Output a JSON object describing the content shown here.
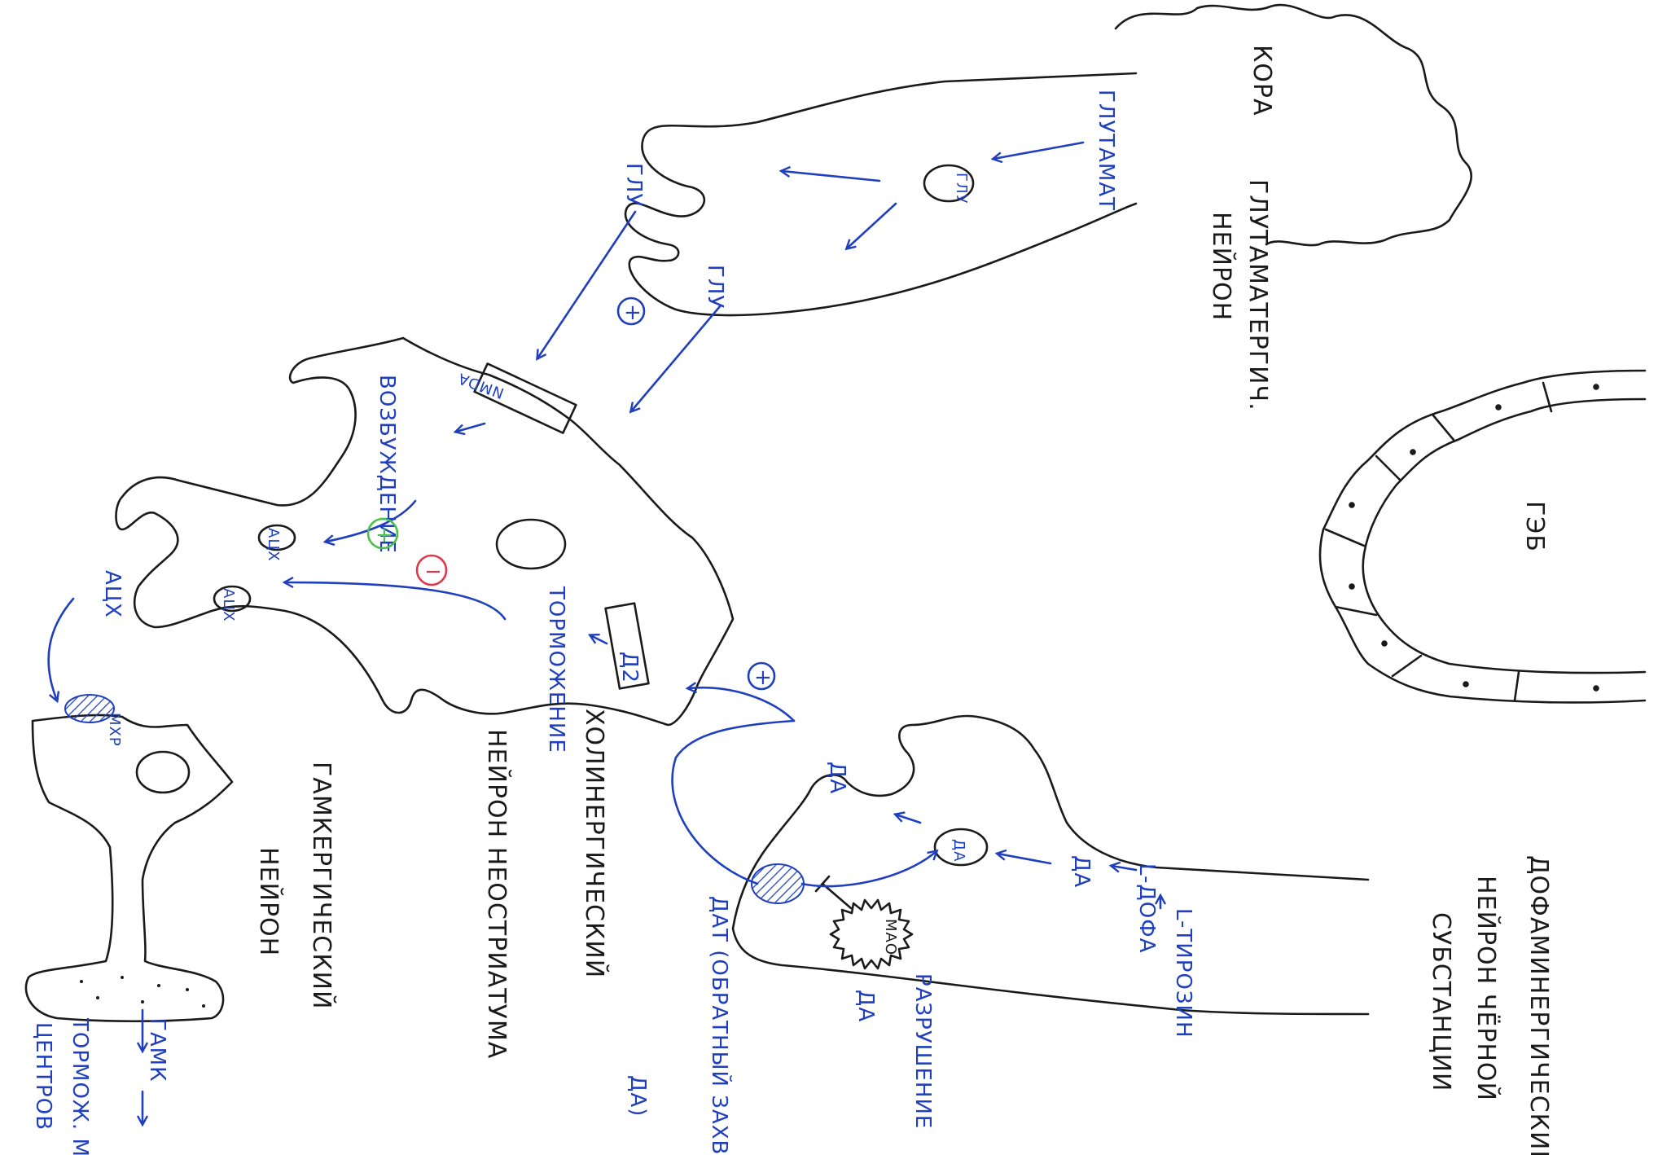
{
  "colors": {
    "ink": "#1a1a1a",
    "blue": "#1f3fbf",
    "green": "#4cbf4c",
    "red": "#e0384a"
  },
  "labels": {
    "cortex": "КОРА",
    "glutamate": "ГЛУТАМАТ",
    "glu": "ГЛУ",
    "glutamatergic_neuron_1": "ГЛУТАМАТЕРГИЧ.",
    "glutamatergic_neuron_2": "НЕЙРОН",
    "bbb": "ГЭБ",
    "excitation": "ВОЗБУЖДЕНИЕ",
    "nmda": "NMDA",
    "ach": "АЦХ",
    "inhibition": "ТОРМОЖЕНИЕ",
    "d2": "Д2",
    "cholinergic_1": "ХОЛИНЕРГИЧЕСКИЙ",
    "cholinergic_2": "НЕЙРОН НЕОСТРИАТУМА",
    "mchr": "МХР",
    "gaba_neuron_1": "ГАМКЕРГИЧЕСКИЙ",
    "gaba_neuron_2": "НЕЙРОН",
    "gaba": "ГАМК",
    "inhibit_centers_1": "ТОРМОЖ. МОТ.",
    "inhibit_centers_2": "ЦЕНТРОВ",
    "da": "ДА",
    "ltyrosine": "L-ТИРОЗИН",
    "ldopa": "L-ДОФА",
    "mao": "МАО",
    "dat": "ДАТ (ОБРАТНЫЙ ЗАХВАТ",
    "dat_da": "ДА)",
    "destruction_1": "РАЗРУШЕНИЕ",
    "destruction_2": "ДА",
    "dopaminergic_1": "ДОФАМИНЕРГИЧЕСКИЙ",
    "dopaminergic_2": "НЕЙРОН ЧЁРНОЙ",
    "dopaminergic_3": "СУБСТАНЦИИ",
    "plus": "+",
    "minus": "−"
  }
}
